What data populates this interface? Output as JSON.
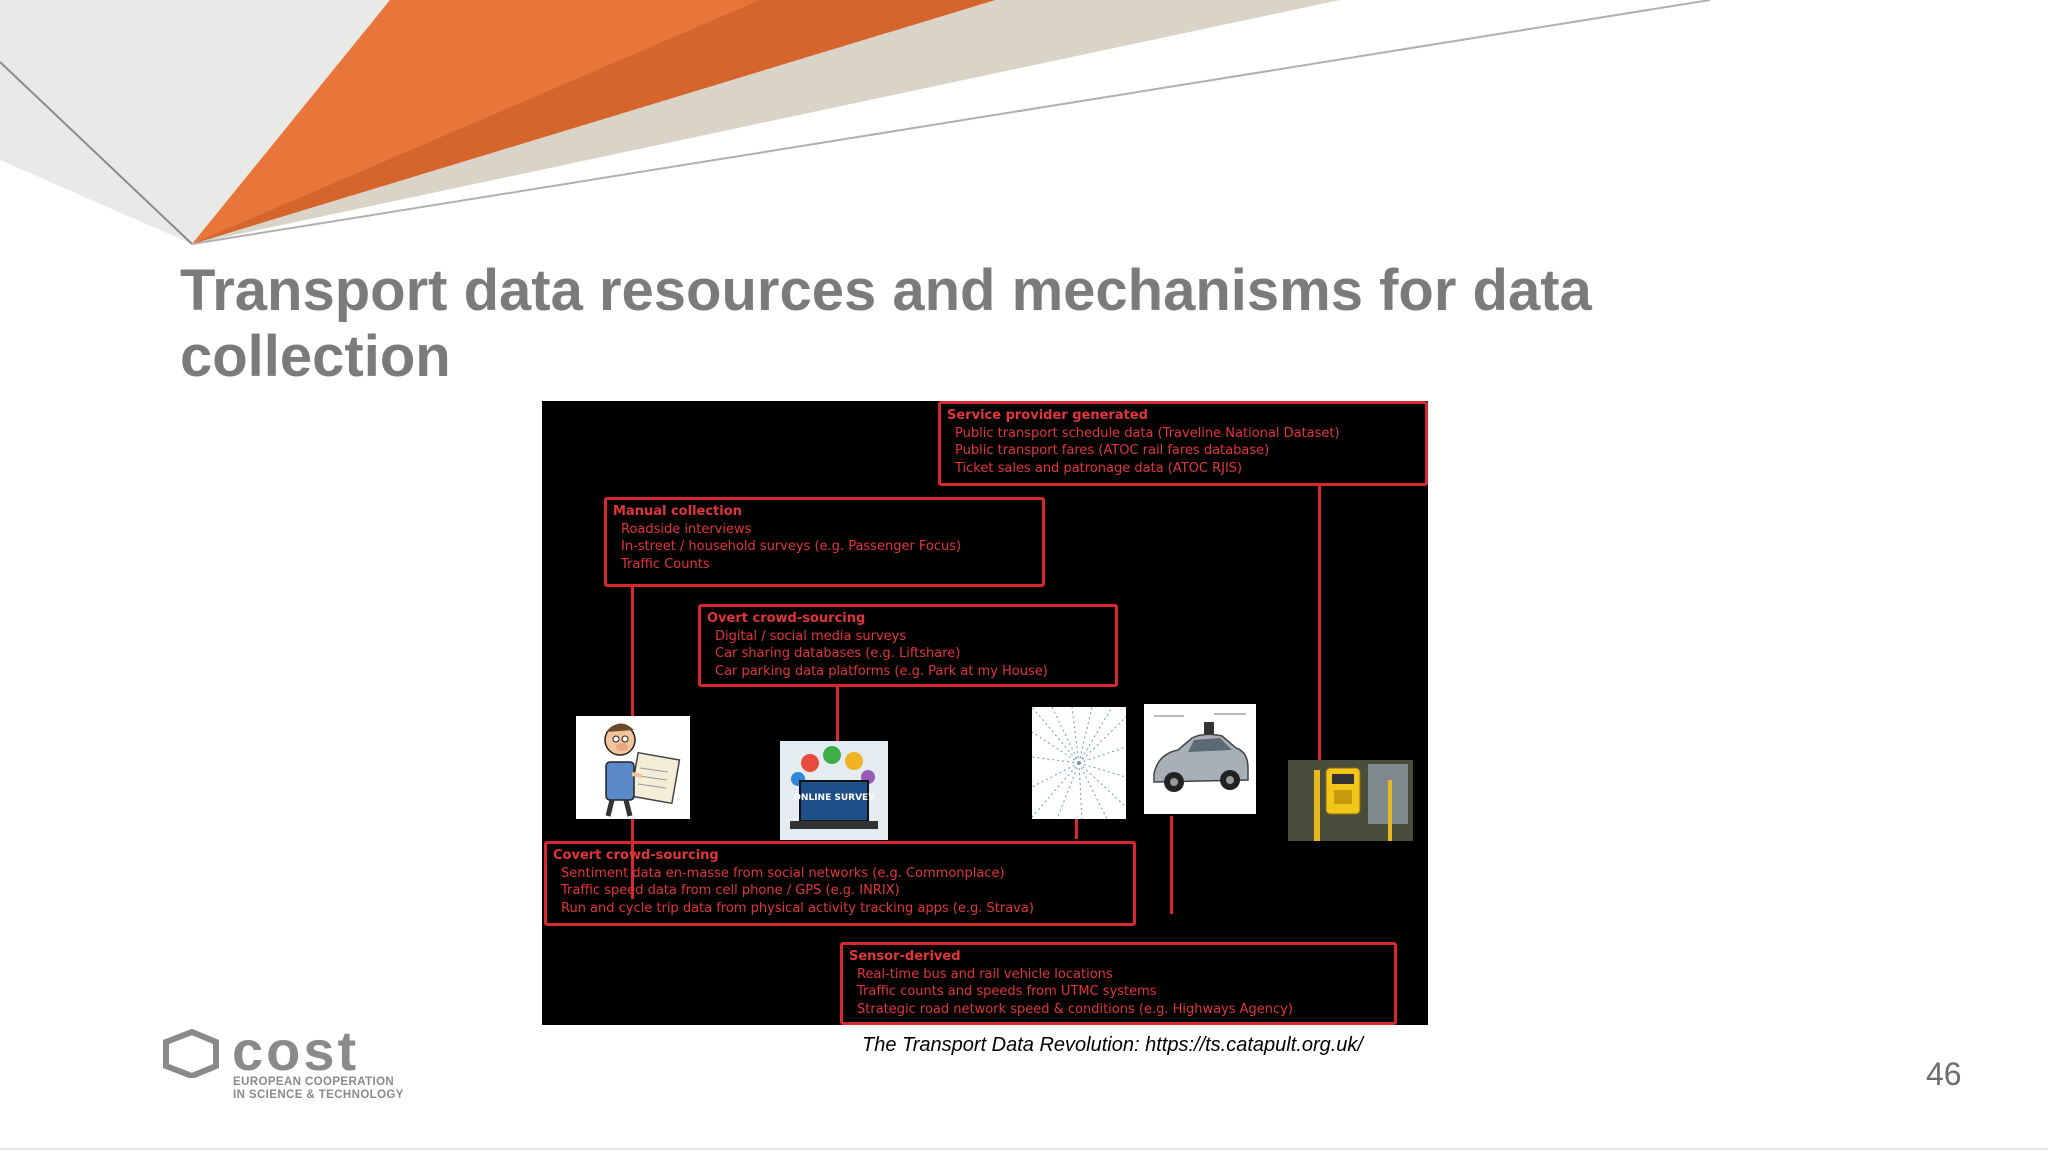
{
  "slide": {
    "title": "Transport data resources and mechanisms for data collection",
    "page_number": "46",
    "caption": "The Transport Data Revolution: https://ts.catapult.org.uk/"
  },
  "diagram": {
    "service_provider": {
      "heading": "Service provider generated",
      "items": [
        "Public transport schedule data (Traveline National Dataset)",
        "Public transport fares (ATOC rail fares database)",
        "Ticket sales and patronage data (ATOC RJIS)"
      ]
    },
    "manual": {
      "heading": "Manual collection",
      "items": [
        "Roadside interviews",
        "In-street / household surveys (e.g. Passenger Focus)",
        "Traffic Counts"
      ]
    },
    "overt": {
      "heading": "Overt crowd-sourcing",
      "items": [
        "Digital / social media surveys",
        "Car sharing databases (e.g. Liftshare)",
        "Car parking data platforms (e.g. Park at my House)"
      ]
    },
    "covert": {
      "heading": "Covert crowd-sourcing",
      "items": [
        "Sentiment data en-masse from social networks (e.g. Commonplace)",
        "Traffic speed data from cell phone / GPS (e.g. INRIX)",
        "Run and cycle trip data from physical activity tracking apps (e.g. Strava)"
      ]
    },
    "sensor": {
      "heading": "Sensor-derived",
      "items": [
        "Real-time bus and rail vehicle locations",
        "Traffic counts and speeds from UTMC systems",
        "Strategic road network speed & conditions (e.g. Highways Agency)"
      ]
    },
    "survey_image_text": "ONLINE SURVEY"
  },
  "logo": {
    "brand": "cost",
    "line1": "EUROPEAN COOPERATION",
    "line2": "IN SCIENCE & TECHNOLOGY"
  },
  "colors": {
    "accent_orange": "#e8763a",
    "diagram_red": "#d6282e",
    "title_gray": "#7b7b7b"
  }
}
